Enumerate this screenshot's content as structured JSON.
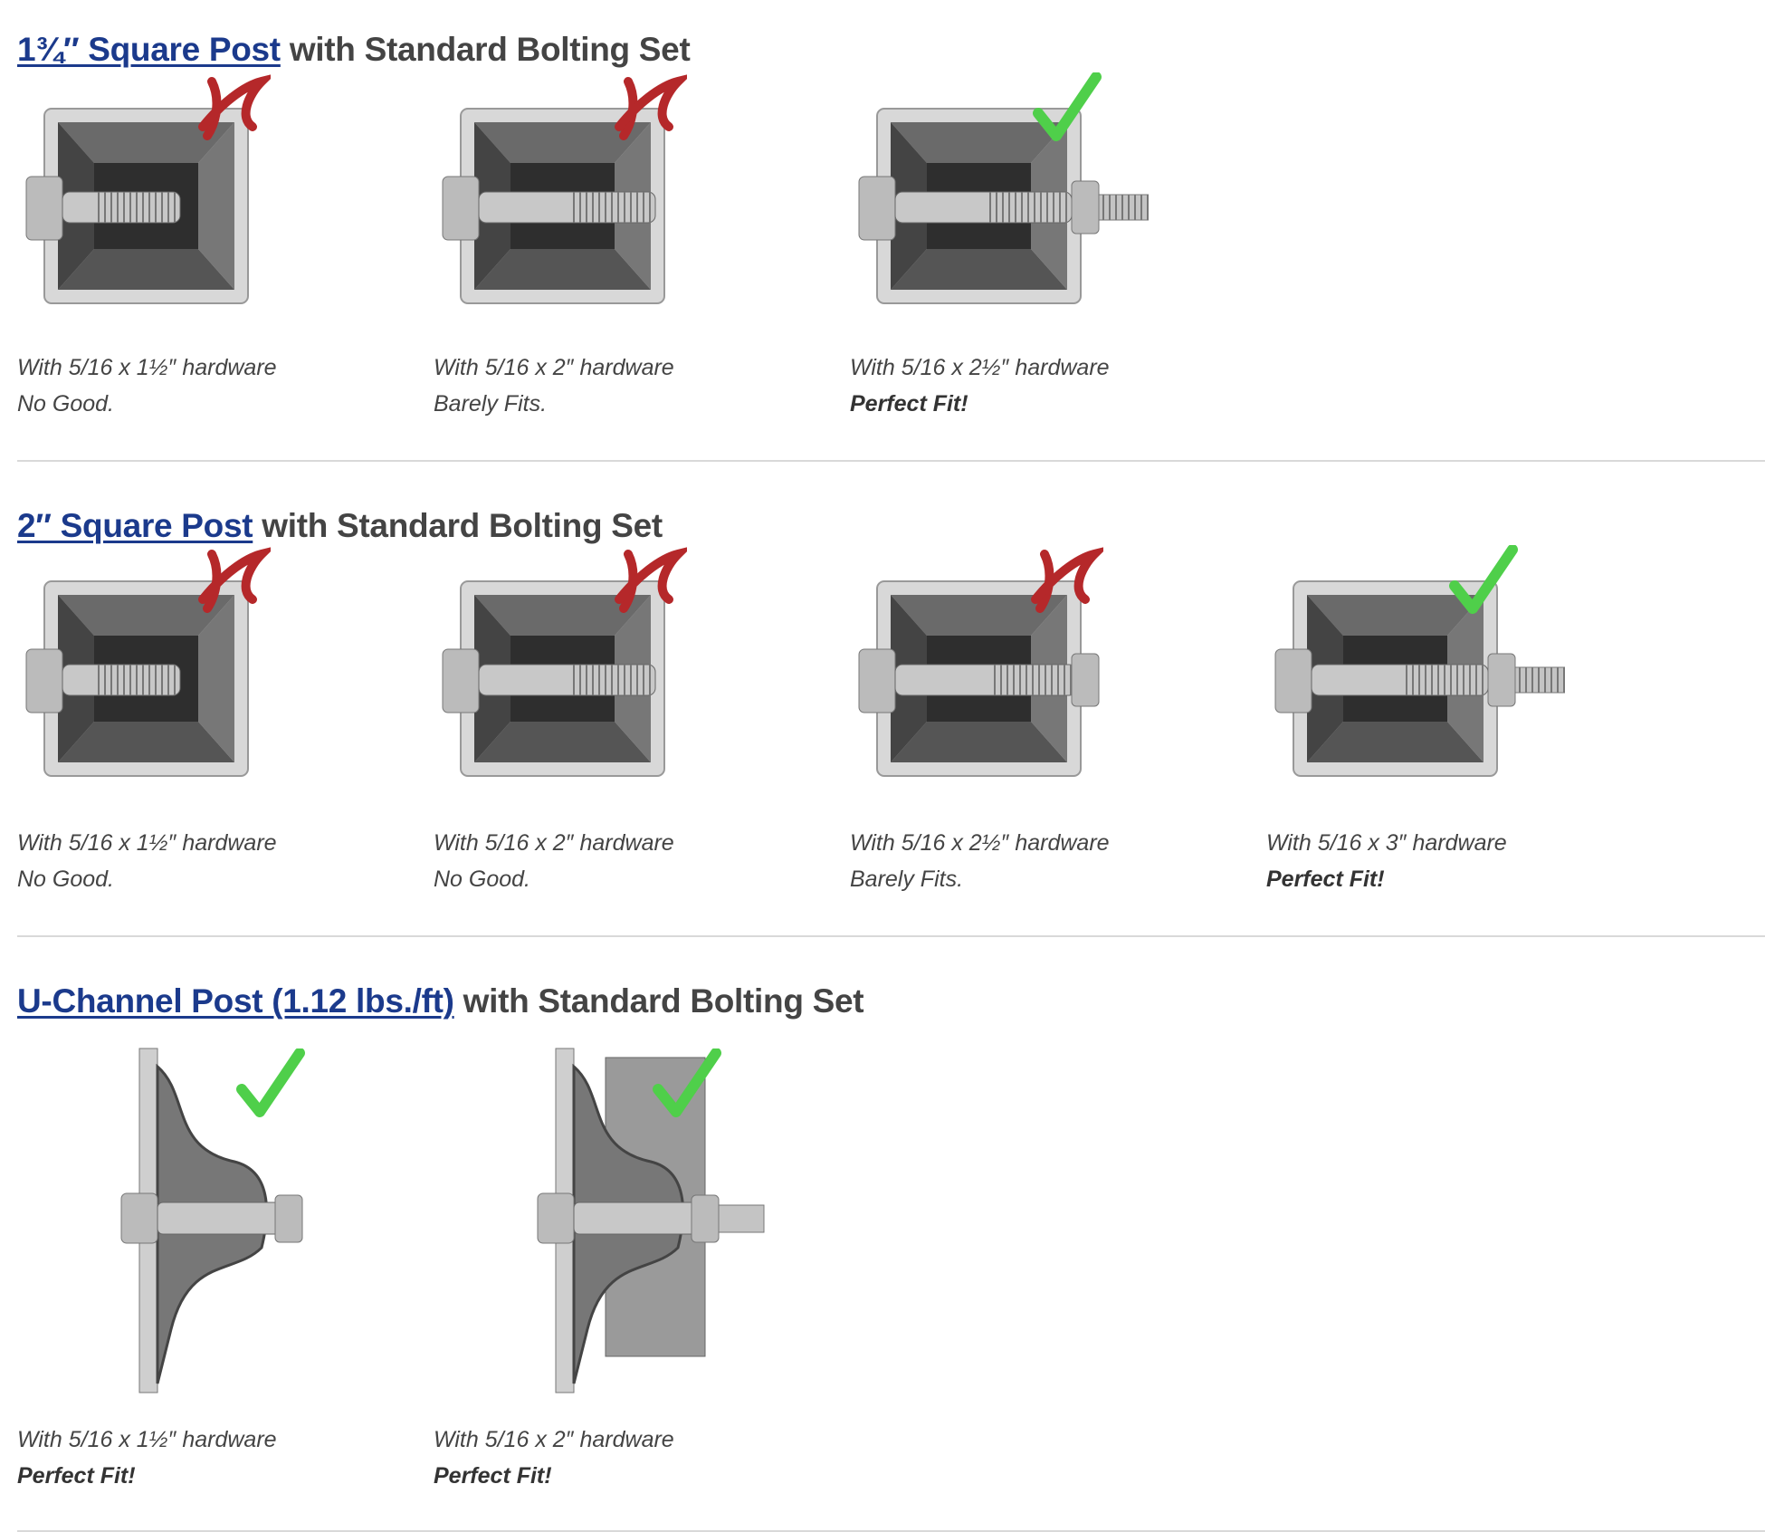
{
  "sections": [
    {
      "link": "1¾″ Square Post",
      "rest": " with Standard Bolting Set",
      "items": [
        {
          "hardware": "With 5/16 x 1½″ hardware",
          "verdict": "No Good.",
          "perfect": false,
          "post": "square",
          "bolt": "short",
          "mark": "x-icon"
        },
        {
          "hardware": "With 5/16 x 2″ hardware",
          "verdict": "Barely Fits.",
          "perfect": false,
          "post": "square",
          "bolt": "medium",
          "mark": "x-icon"
        },
        {
          "hardware": "With 5/16 x 2½″ hardware",
          "verdict": "Perfect Fit!",
          "perfect": true,
          "post": "square",
          "bolt": "long",
          "mark": "check-icon"
        }
      ]
    },
    {
      "link": "2″ Square Post",
      "rest": " with Standard Bolting Set",
      "items": [
        {
          "hardware": "With 5/16 x 1½″ hardware",
          "verdict": "No Good.",
          "perfect": false,
          "post": "square",
          "bolt": "short",
          "mark": "x-icon"
        },
        {
          "hardware": "With 5/16 x 2″ hardware",
          "verdict": "No Good.",
          "perfect": false,
          "post": "square",
          "bolt": "medium",
          "mark": "x-icon"
        },
        {
          "hardware": "With 5/16 x 2½″ hardware",
          "verdict": "Barely Fits.",
          "perfect": false,
          "post": "square",
          "bolt": "nut",
          "mark": "x-icon"
        },
        {
          "hardware": "With 5/16 x 3″ hardware",
          "verdict": "Perfect Fit!",
          "perfect": true,
          "post": "square",
          "bolt": "long",
          "mark": "check-icon"
        }
      ]
    },
    {
      "link": "U-Channel Post (1.12 lbs./ft)",
      "rest": " with Standard Bolting Set",
      "items": [
        {
          "hardware": "With 5/16 x 1½″ hardware",
          "verdict": "Perfect Fit!",
          "perfect": true,
          "post": "uchannel",
          "bolt": "nut",
          "mark": "check-icon"
        },
        {
          "hardware": "With 5/16 x 2″ hardware",
          "verdict": "Perfect Fit!",
          "perfect": true,
          "post": "uchannel2",
          "bolt": "long",
          "mark": "check-icon"
        }
      ]
    }
  ],
  "colors": {
    "link": "#1b3a8c",
    "x": "#b5282a",
    "check": "#4fcf4a"
  }
}
